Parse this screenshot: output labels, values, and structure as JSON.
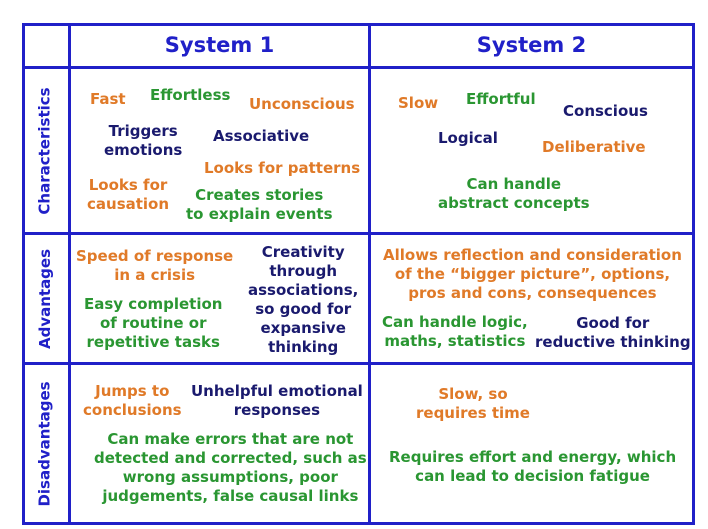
{
  "colors": {
    "grid": "#2020c8",
    "orange": "#e07a28",
    "green": "#2a9632",
    "navy": "#1a1a6e"
  },
  "headers": {
    "system1": "System 1",
    "system2": "System 2"
  },
  "rows": {
    "characteristics": "Characteristics",
    "advantages": "Advantages",
    "disadvantages": "Disadvantages"
  },
  "characteristics": {
    "s1": {
      "fast": "Fast",
      "effortless": "Effortless",
      "unconscious": "Unconscious",
      "triggers_emotions": "Triggers\nemotions",
      "associative": "Associative",
      "looks_for_patterns": "Looks for patterns",
      "looks_for_causation": "Looks for\ncausation",
      "creates_stories": "Creates stories\nto explain events"
    },
    "s2": {
      "slow": "Slow",
      "effortful": "Effortful",
      "conscious": "Conscious",
      "logical": "Logical",
      "deliberative": "Deliberative",
      "abstract": "Can handle\nabstract concepts"
    }
  },
  "advantages": {
    "s1": {
      "speed": "Speed of response\nin a crisis",
      "creativity": "Creativity\nthrough\nassociations,\nso good for\nexpansive\nthinking",
      "routine": "Easy completion\nof routine or\nrepetitive tasks"
    },
    "s2": {
      "reflection": "Allows reflection and consideration\nof the “bigger picture”, options,\npros and cons, consequences",
      "logic": "Can handle logic,\nmaths, statistics",
      "reductive": "Good for\nreductive thinking"
    }
  },
  "disadvantages": {
    "s1": {
      "jumps": "Jumps to\nconclusions",
      "unhelpful": "Unhelpful emotional\nresponses",
      "errors": "Can make errors that are not\ndetected and corrected, such as\nwrong assumptions, poor\njudgements, false causal links"
    },
    "s2": {
      "slow_time": "Slow, so\nrequires time",
      "effort_energy": "Requires effort and energy, which\ncan lead to decision fatigue"
    }
  }
}
